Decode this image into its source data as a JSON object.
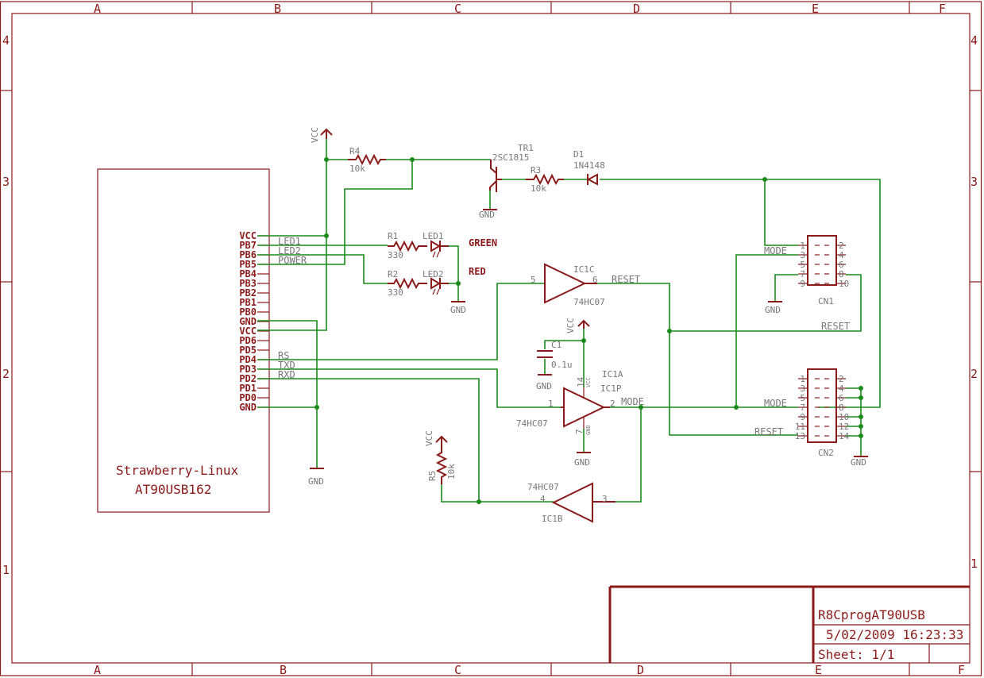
{
  "grid": {
    "columns": [
      "A",
      "B",
      "C",
      "D",
      "E",
      "F"
    ],
    "rows": [
      "4",
      "3",
      "2",
      "1"
    ]
  },
  "module": {
    "name_line1": "Strawberry-Linux",
    "name_line2": "AT90USB162",
    "pins": [
      "VCC",
      "PB7",
      "PB6",
      "PB5",
      "PB4",
      "PB3",
      "PB2",
      "PB1",
      "PB0",
      "GND",
      "VCC",
      "PD6",
      "PD5",
      "PD4",
      "PD3",
      "PD2",
      "PD1",
      "PD0",
      "GND"
    ]
  },
  "nets": {
    "led1": "LED1",
    "led2": "LED2",
    "power": "POWER",
    "rs": "RS",
    "txd": "TXD",
    "rxd": "RXD",
    "mode": "MODE",
    "reset": "RESET",
    "vcc": "VCC",
    "gnd": "GND"
  },
  "parts": {
    "r4_name": "R4",
    "r4_val": "10k",
    "r3_name": "R3",
    "r3_val": "10k",
    "r1_name": "R1",
    "r1_val": "330",
    "r2_name": "R2",
    "r2_val": "330",
    "r5_name": "R5",
    "r5_val": "10k",
    "tr1_name": "TR1",
    "tr1_val": "2SC1815",
    "d1_name": "D1",
    "d1_val": "1N4148",
    "led1_name": "LED1",
    "led2_name": "LED2",
    "green": "GREEN",
    "red": "RED",
    "c1_name": "C1",
    "c1_val": "0.1u",
    "ic1c": "IC1C",
    "ic1a": "IC1A",
    "ic1p": "IC1P",
    "ic1b": "IC1B",
    "hc07": "74HC07",
    "cn1": "CN1",
    "cn2": "CN2",
    "pin_vcc": "VCC",
    "pin_gnd": "GND",
    "p14": "14",
    "p7": "7",
    "p1": "1",
    "p2": "2",
    "p3": "3",
    "p4": "4",
    "p5": "5",
    "p6": "6"
  },
  "connector": {
    "cn1_left": [
      "1",
      "3",
      "5",
      "7",
      "9"
    ],
    "cn1_right": [
      "2",
      "4",
      "6",
      "8",
      "10"
    ],
    "cn2_left": [
      "1",
      "3",
      "5",
      "7",
      "9",
      "11",
      "13"
    ],
    "cn2_right": [
      "2",
      "4",
      "6",
      "8",
      "10",
      "12",
      "14"
    ]
  },
  "titleblock": {
    "name": "R8CprogAT90USB",
    "date": "5/02/2009 16:23:33",
    "sheet": "Sheet: 1/1"
  }
}
